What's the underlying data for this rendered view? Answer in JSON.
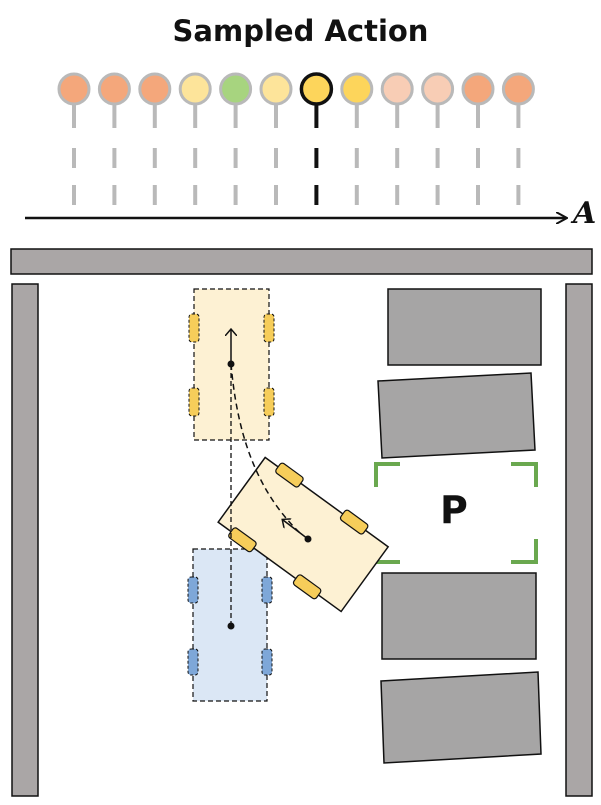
{
  "title": "Sampled Action",
  "axis_label": "A",
  "parking_label": "P",
  "colors": {
    "wall": "#aaa6a6",
    "car_gray": "#a6a5a5",
    "ego_fill": "#fdf1d3",
    "ego_wheel": "#f6cd5a",
    "start_fill": "#dbe7f5",
    "start_wheel": "#7ea7d8",
    "spot_corner": "#6aa84f",
    "stem": "#b9b9b9"
  },
  "action_candidates": [
    {
      "color": "#f4a77b",
      "selected": false
    },
    {
      "color": "#f4a77b",
      "selected": false
    },
    {
      "color": "#f4a77b",
      "selected": false
    },
    {
      "color": "#fde49a",
      "selected": false
    },
    {
      "color": "#a7d47f",
      "selected": false
    },
    {
      "color": "#fde49a",
      "selected": false
    },
    {
      "color": "#fdd55b",
      "selected": true
    },
    {
      "color": "#fdd55b",
      "selected": false
    },
    {
      "color": "#f8cdb5",
      "selected": false
    },
    {
      "color": "#f8cdb5",
      "selected": false
    },
    {
      "color": "#f4a77b",
      "selected": false
    },
    {
      "color": "#f4a77b",
      "selected": false
    }
  ]
}
